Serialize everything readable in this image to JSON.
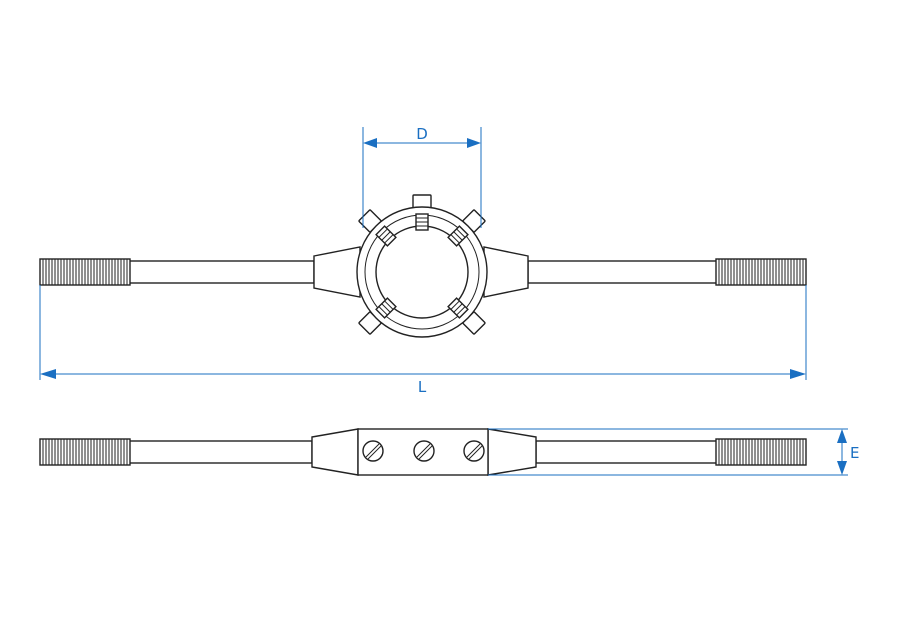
{
  "dimensions": {
    "diameter": "D",
    "length": "L",
    "thickness": "E"
  },
  "colors": {
    "dimension": "#1a6fc2",
    "outline": "#222222",
    "background": "#ffffff"
  }
}
